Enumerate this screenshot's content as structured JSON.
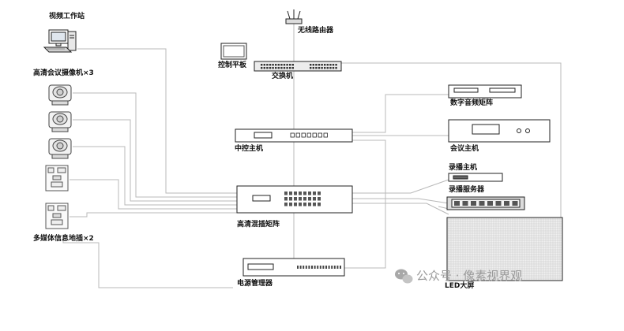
{
  "labels": {
    "video_workstation": "视频工作站",
    "hd_cameras": "高清会议摄像机×3",
    "control_panel": "控制平板",
    "wireless_router": "无线路由器",
    "switch": "交换机",
    "digital_audio_matrix": "数字音频矩阵",
    "central_control_host": "中控主机",
    "conference_host": "会议主机",
    "recording_host": "录播主机",
    "recording_server": "录播服务器",
    "hd_seamless_matrix": "高清混插矩阵",
    "multimedia_floor_box": "多媒体信息地插×2",
    "power_manager": "电源管理器",
    "led_screen": "LED大屏"
  },
  "watermark": {
    "text": "公众号 · 像素视界观"
  },
  "colors": {
    "line": "#b8b8b8",
    "device_stroke": "#222222",
    "watermark": "#9a9a9a"
  },
  "icons": [
    "computer-icon",
    "camera-icon",
    "floor-box-icon",
    "tablet-icon",
    "router-icon",
    "rack-device-icon",
    "led-wall-icon",
    "wechat-icon"
  ]
}
